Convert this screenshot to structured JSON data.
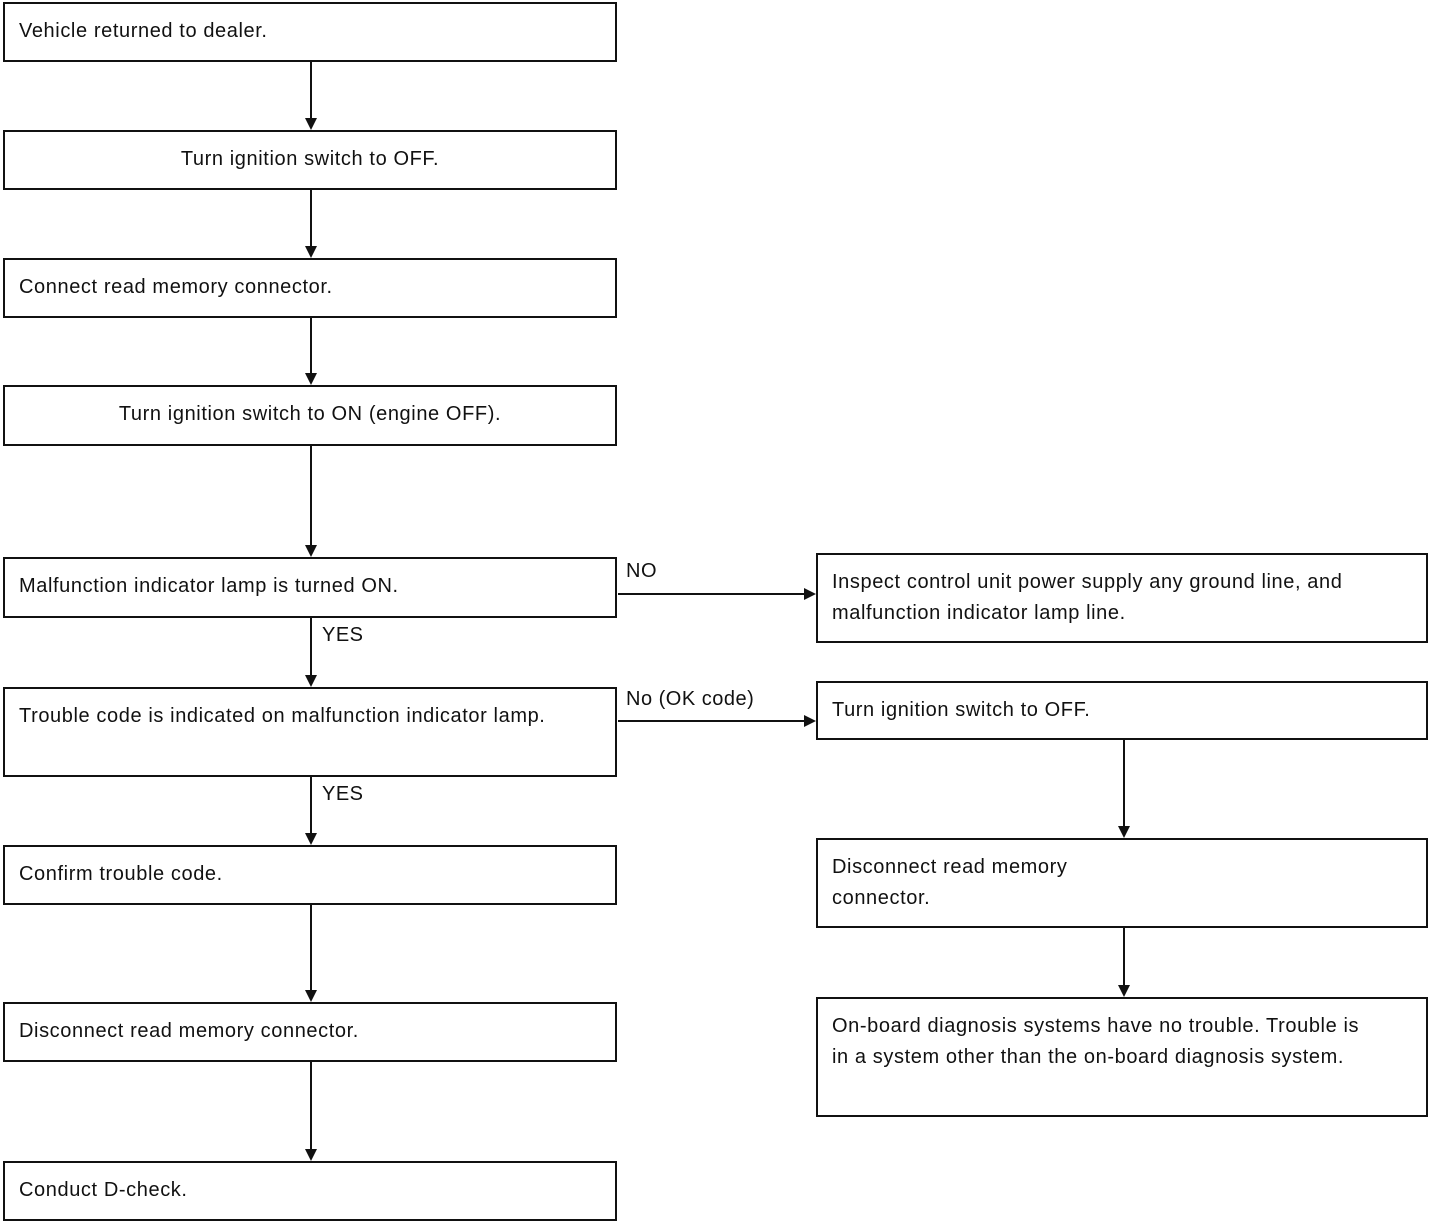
{
  "steps": {
    "s1": "Vehicle returned to dealer.",
    "s2": "Turn ignition switch to OFF.",
    "s3": "Connect read memory connector.",
    "s4": "Turn ignition switch to ON (engine OFF).",
    "s5": "Malfunction indicator lamp is turned ON.",
    "s6": "Trouble code is indicated on malfunction indicator lamp.",
    "s7": "Confirm trouble code.",
    "s8": "Disconnect read memory connector.",
    "s9": "Conduct D-check."
  },
  "branch": {
    "inspect": "Inspect control unit power supply any ground line, and malfunction indicator lamp line.",
    "off": "Turn ignition switch to OFF.",
    "disconnect": "Disconnect read memory connector.",
    "result": "On-board diagnosis systems have no trouble. Trouble is in a system other than the on-board diagnosis system."
  },
  "labels": {
    "no1": "NO",
    "yes1": "YES",
    "no2": "No (OK code)",
    "yes2": "YES"
  }
}
